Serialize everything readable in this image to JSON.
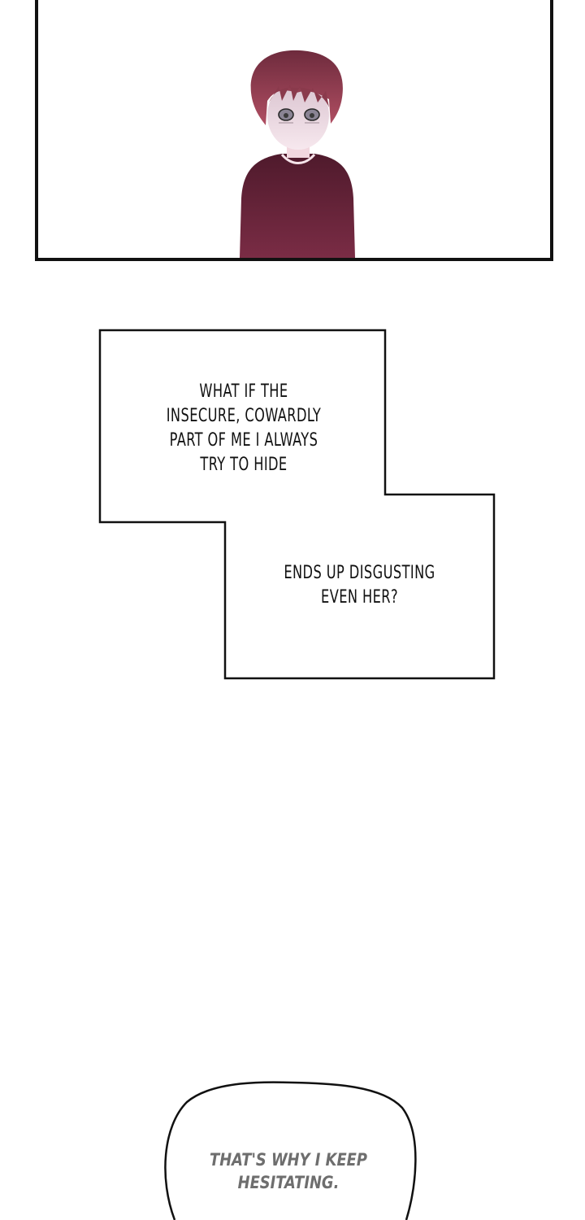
{
  "panel": {
    "figure": "character-upper-body"
  },
  "caption_1": {
    "line_1": "WHAT IF THE",
    "line_2": "INSECURE, COWARDLY",
    "line_3": "PART OF ME I ALWAYS",
    "line_4": "TRY TO HIDE"
  },
  "caption_2": {
    "line_1": "ENDS UP DISGUSTING",
    "line_2": "EVEN HER?"
  },
  "bubble": {
    "line_1": "THAT'S WHY I KEEP",
    "line_2": "HESITATING."
  },
  "colors": {
    "ink": "#111111",
    "sweater": "#5a1f33",
    "hair": "#8a3a4c",
    "skin": "#f6e4ea",
    "bubble_text": "#6e6e6e"
  }
}
